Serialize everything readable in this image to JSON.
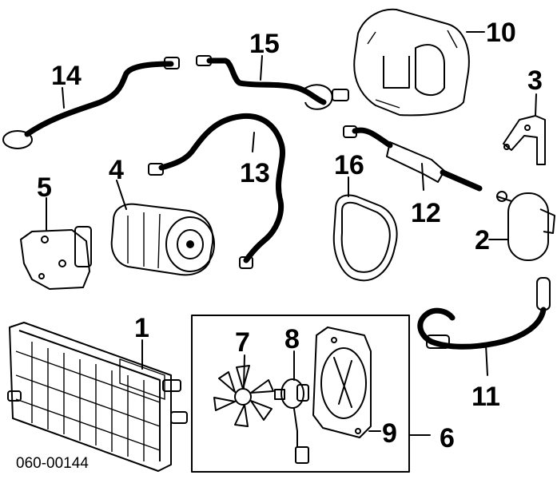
{
  "diagram": {
    "part_number": "060-00144",
    "callouts": {
      "c1": "1",
      "c2": "2",
      "c3": "3",
      "c4": "4",
      "c5": "5",
      "c6": "6",
      "c7": "7",
      "c8": "8",
      "c9": "9",
      "c10": "10",
      "c11": "11",
      "c12": "12",
      "c13": "13",
      "c14": "14",
      "c15": "15",
      "c16": "16"
    }
  }
}
